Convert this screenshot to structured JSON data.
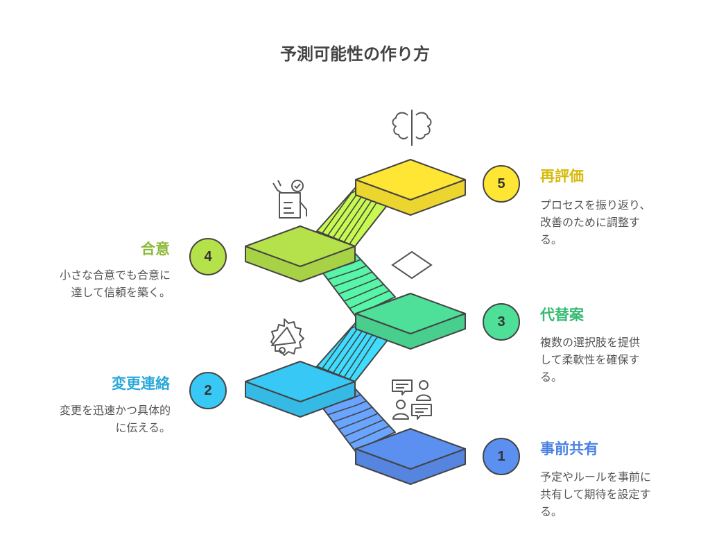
{
  "title": "予測可能性の作り方",
  "steps": [
    {
      "number": "1",
      "title": "事前共有",
      "desc": "予定やルールを事前に共有して期待を設定する。",
      "color": "#5B8FF0",
      "title_color": "#4A80E2",
      "icon": "chat-people-icon"
    },
    {
      "number": "2",
      "title": "変更連絡",
      "desc": "変更を迅速かつ具体的に伝える。",
      "color": "#38C8F6",
      "title_color": "#27A9DA",
      "icon": "megaphone-icon"
    },
    {
      "number": "3",
      "title": "代替案",
      "desc": "複数の選択肢を提供して柔軟性を確保する。",
      "color": "#4EDF98",
      "title_color": "#37BB72",
      "icon": "diamond-icon"
    },
    {
      "number": "4",
      "title": "合意",
      "desc": "小さな合意でも合意に達して信頼を築く。",
      "color": "#B5E24A",
      "title_color": "#8DBA38",
      "icon": "agreement-document-icon"
    },
    {
      "number": "5",
      "title": "再評価",
      "desc": "プロセスを振り返り、改善のために調整する。",
      "color": "#FFE534",
      "title_color": "#D6BA0A",
      "icon": "brain-icon"
    }
  ]
}
